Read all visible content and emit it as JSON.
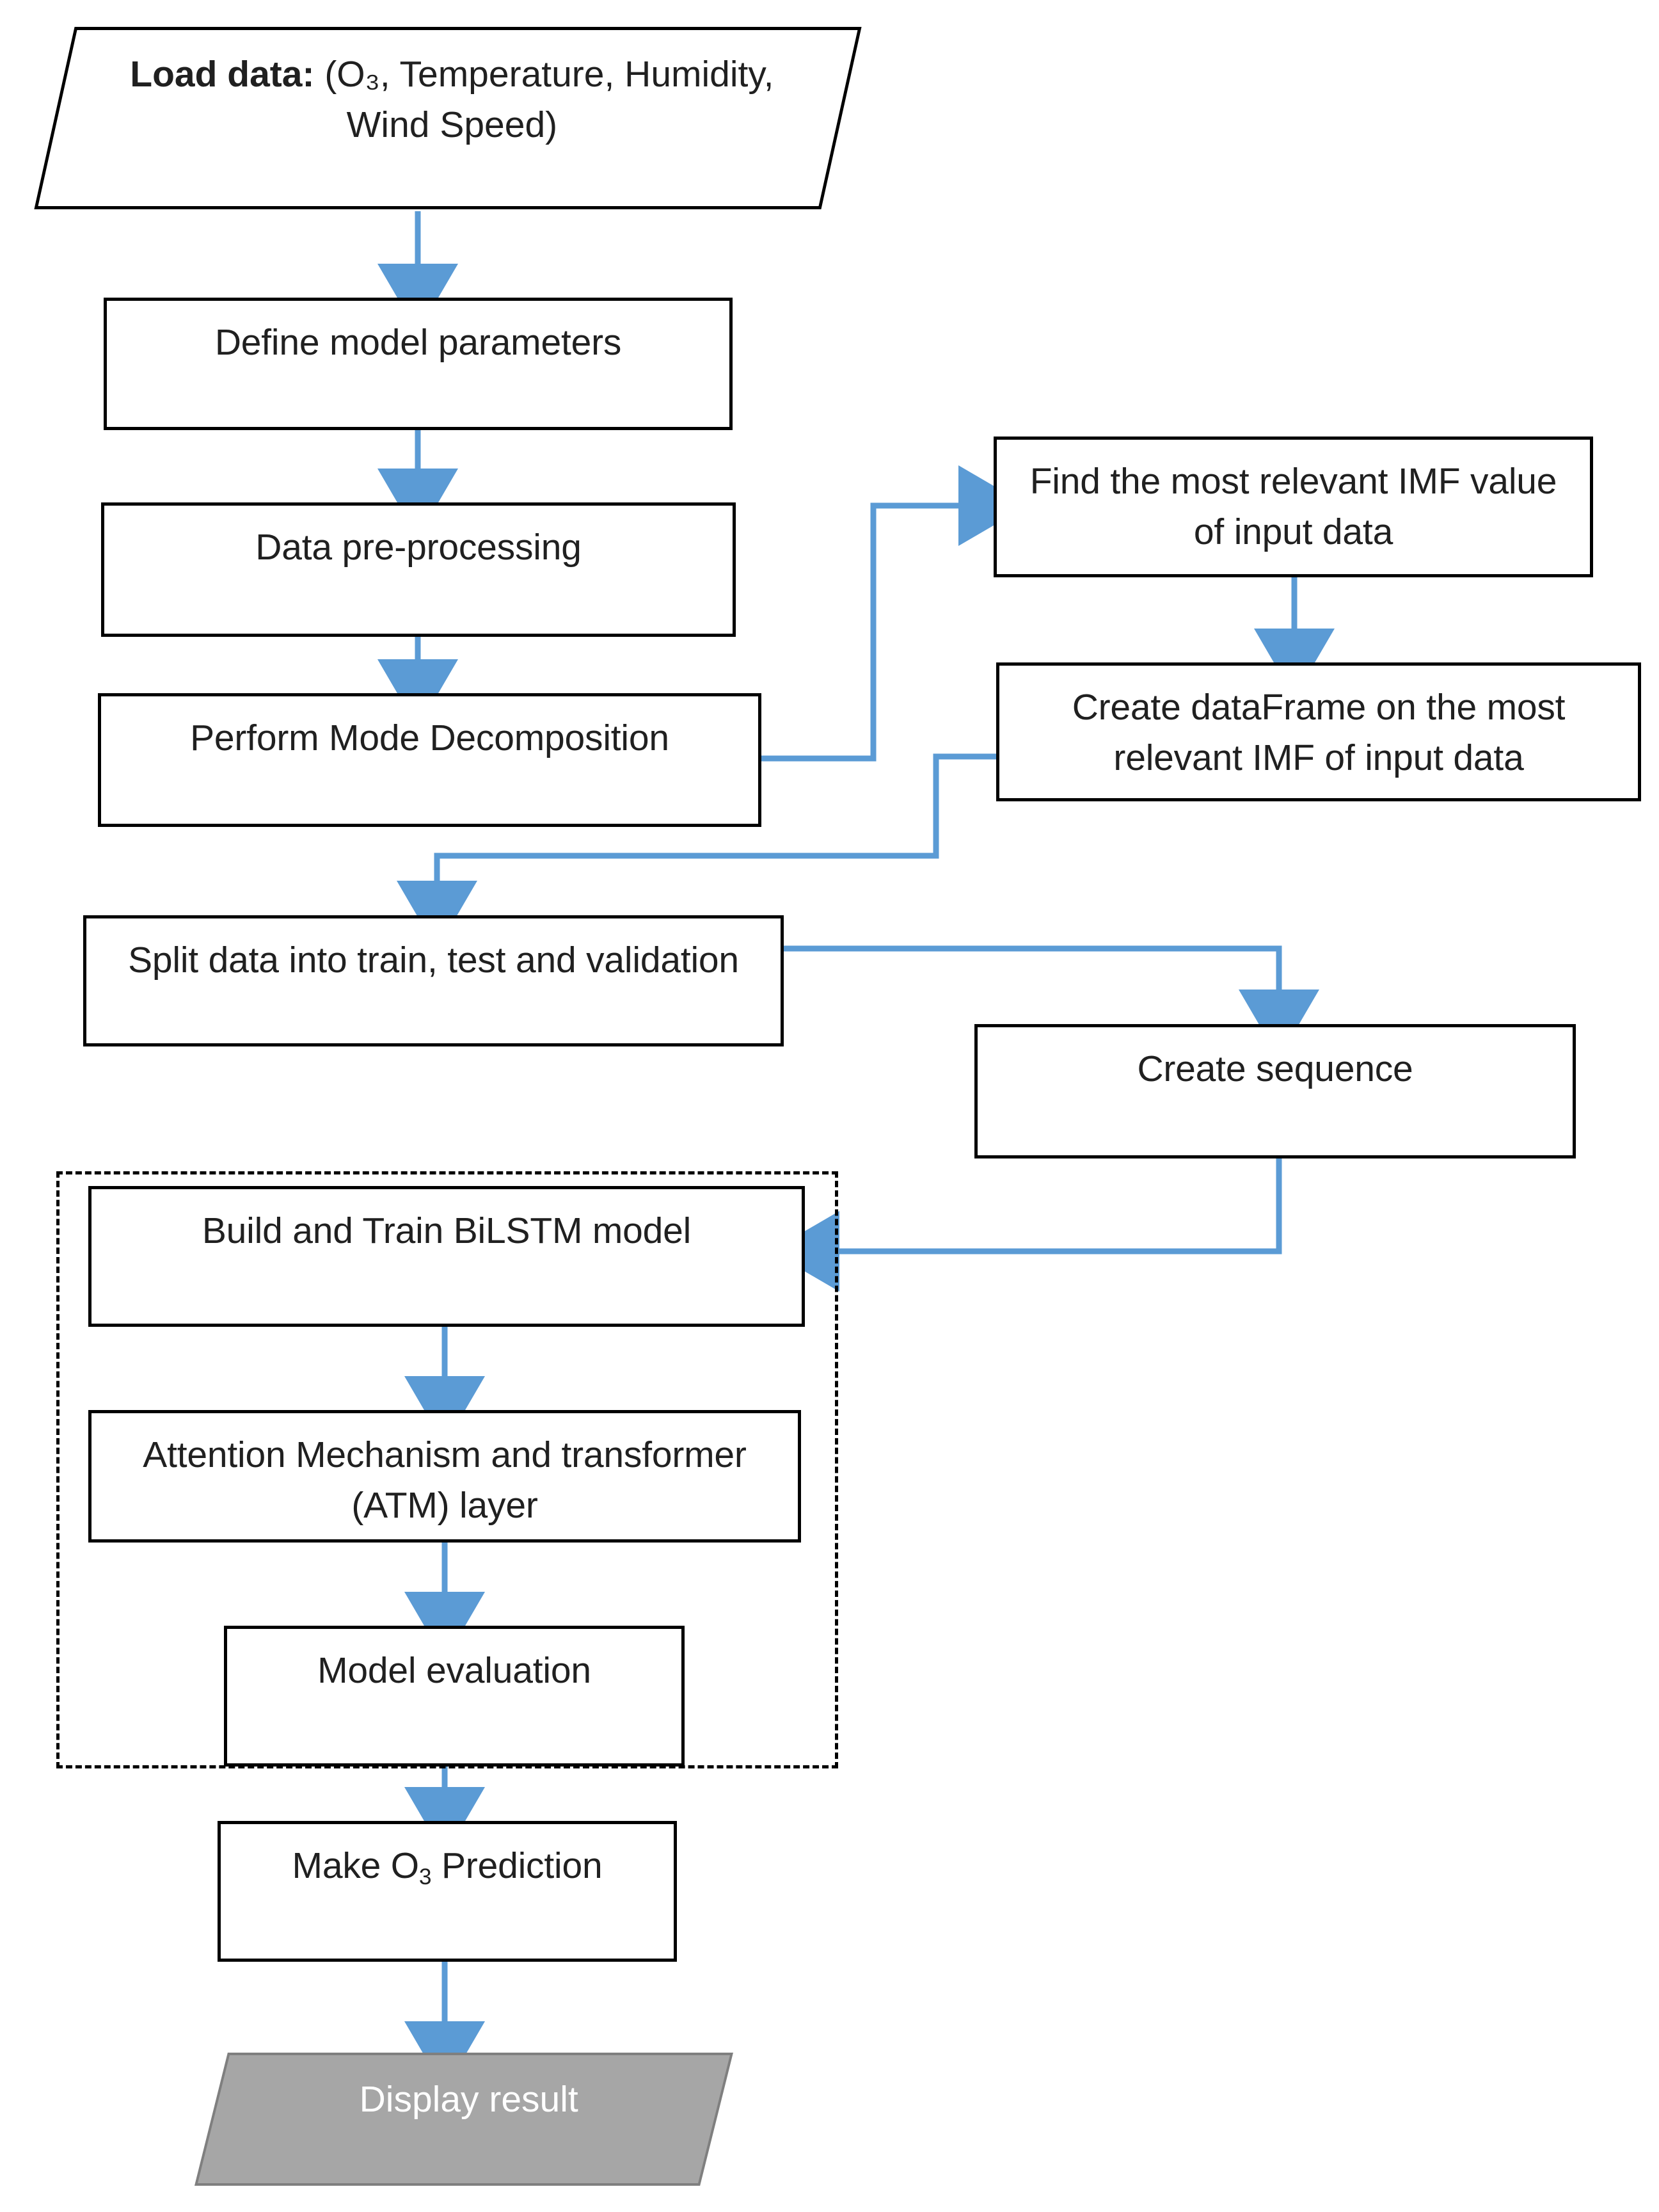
{
  "diagram": {
    "title": "Ozone prediction model workflow flowchart",
    "colors": {
      "connector": "#5b9bd5",
      "node_border": "#000000",
      "node_fill": "#ffffff",
      "terminal_fill": "#a6a6a6",
      "terminal_text": "#ffffff",
      "text": "#202020"
    },
    "nodes": {
      "load_data": {
        "shape": "parallelogram",
        "label_bold": "Load data:",
        "label_rest": " (O₃, Temperature, Humidity, Wind Speed)"
      },
      "define_params": {
        "shape": "rectangle",
        "label": "Define model parameters"
      },
      "preprocessing": {
        "shape": "rectangle",
        "label": "Data pre-processing"
      },
      "mode_decomposition": {
        "shape": "rectangle",
        "label": "Perform Mode Decomposition"
      },
      "find_imf": {
        "shape": "rectangle",
        "label": "Find the most relevant IMF value of input data"
      },
      "create_dataframe": {
        "shape": "rectangle",
        "label": "Create dataFrame on the most relevant IMF of input data"
      },
      "split_data": {
        "shape": "rectangle",
        "label": "Split data into train, test and validation"
      },
      "create_sequence": {
        "shape": "rectangle",
        "label": "Create sequence"
      },
      "build_bilstm": {
        "shape": "rectangle",
        "label": "Build and Train BiLSTM model"
      },
      "attention_layer": {
        "shape": "rectangle",
        "label": "Attention Mechanism and transformer (ATM) layer"
      },
      "model_evaluation": {
        "shape": "rectangle",
        "label": "Model evaluation"
      },
      "make_prediction": {
        "shape": "rectangle",
        "label_pre": "Make O",
        "label_sub": "3",
        "label_post": " Prediction"
      },
      "display_result": {
        "shape": "parallelogram",
        "label": "Display result"
      }
    },
    "group": {
      "style": "dashed",
      "label": ""
    },
    "edges": [
      {
        "from": "load_data",
        "to": "define_params",
        "arrow": true
      },
      {
        "from": "define_params",
        "to": "preprocessing",
        "arrow": true
      },
      {
        "from": "preprocessing",
        "to": "mode_decomposition",
        "arrow": true
      },
      {
        "from": "mode_decomposition",
        "to": "find_imf",
        "arrow": true
      },
      {
        "from": "find_imf",
        "to": "create_dataframe",
        "arrow": true
      },
      {
        "from": "create_dataframe",
        "to": "split_data",
        "arrow": true
      },
      {
        "from": "split_data",
        "to": "create_sequence",
        "arrow": true
      },
      {
        "from": "create_sequence",
        "to": "build_bilstm",
        "arrow": true
      },
      {
        "from": "build_bilstm",
        "to": "attention_layer",
        "arrow": true
      },
      {
        "from": "attention_layer",
        "to": "model_evaluation",
        "arrow": true
      },
      {
        "from": "model_evaluation",
        "to": "make_prediction",
        "arrow": true
      },
      {
        "from": "make_prediction",
        "to": "display_result",
        "arrow": true
      }
    ]
  }
}
